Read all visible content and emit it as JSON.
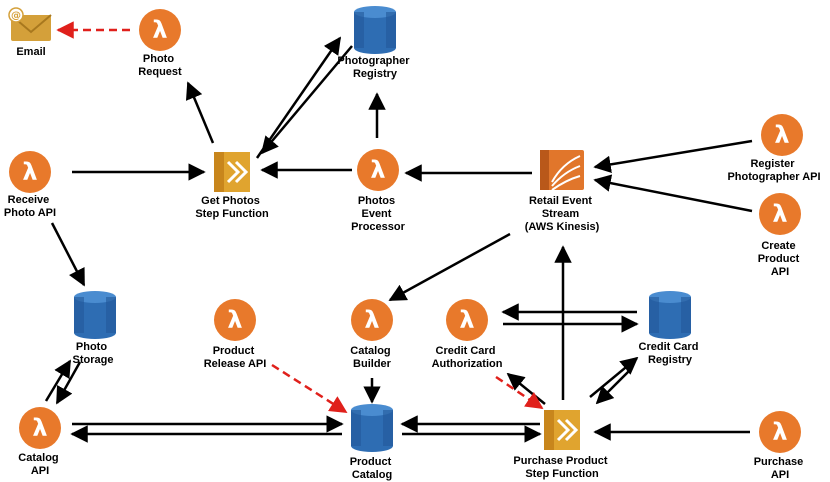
{
  "colors": {
    "lambda": "#e8792b",
    "db": "#2e6db3",
    "kinesis": "#e1762b",
    "stepfn": "#e0a42f",
    "email": "#d4a03a",
    "arrow": "#000000",
    "dashed": "#e0201b"
  },
  "nodes": {
    "email": {
      "icon": "email-icon",
      "label": [
        "Email"
      ]
    },
    "photo_request": {
      "icon": "lambda-icon",
      "label": [
        "Photo",
        "Request"
      ]
    },
    "photographer_registry": {
      "icon": "database-icon",
      "label": [
        "Photographer",
        "Registry"
      ]
    },
    "receive_photo_api": {
      "icon": "lambda-icon",
      "label": [
        "Receive",
        "Photo API"
      ]
    },
    "get_photos_sf": {
      "icon": "step-function-icon",
      "label": [
        "Get Photos",
        "Step Function"
      ]
    },
    "photos_event_processor": {
      "icon": "lambda-icon",
      "label": [
        "Photos",
        "Event",
        "Processor"
      ]
    },
    "retail_event_stream": {
      "icon": "kinesis-icon",
      "label": [
        "Retail Event",
        "Stream",
        "(AWS Kinesis)"
      ]
    },
    "register_photographer_api": {
      "icon": "lambda-icon",
      "label": [
        "Register",
        "Photographer API"
      ]
    },
    "create_product_api": {
      "icon": "lambda-icon",
      "label": [
        "Create",
        "Product",
        "API"
      ]
    },
    "photo_storage": {
      "icon": "database-icon",
      "label": [
        "Photo",
        "Storage"
      ]
    },
    "product_release_api": {
      "icon": "lambda-icon",
      "label": [
        "Product",
        "Release API"
      ]
    },
    "catalog_builder": {
      "icon": "lambda-icon",
      "label": [
        "Catalog",
        "Builder"
      ]
    },
    "credit_card_authorization": {
      "icon": "lambda-icon",
      "label": [
        "Credit Card",
        "Authorization"
      ]
    },
    "credit_card_registry": {
      "icon": "database-icon",
      "label": [
        "Credit Card",
        "Registry"
      ]
    },
    "catalog_api": {
      "icon": "lambda-icon",
      "label": [
        "Catalog",
        "API"
      ]
    },
    "product_catalog": {
      "icon": "database-icon",
      "label": [
        "Product",
        "Catalog"
      ]
    },
    "purchase_product_sf": {
      "icon": "step-function-icon",
      "label": [
        "Purchase Product",
        "Step Function"
      ]
    },
    "purchase_api": {
      "icon": "lambda-icon",
      "label": [
        "Purchase",
        "API"
      ]
    }
  },
  "edges": [
    {
      "from": "photo_request",
      "to": "email",
      "style": "dashed"
    },
    {
      "from": "get_photos_sf",
      "to": "photo_request",
      "style": "solid"
    },
    {
      "from": "get_photos_sf",
      "to": "photographer_registry",
      "style": "solid"
    },
    {
      "from": "photographer_registry",
      "to": "get_photos_sf",
      "style": "solid"
    },
    {
      "from": "photos_event_processor",
      "to": "photographer_registry",
      "style": "solid"
    },
    {
      "from": "receive_photo_api",
      "to": "get_photos_sf",
      "style": "solid"
    },
    {
      "from": "photos_event_processor",
      "to": "get_photos_sf",
      "style": "solid"
    },
    {
      "from": "retail_event_stream",
      "to": "photos_event_processor",
      "style": "solid"
    },
    {
      "from": "register_photographer_api",
      "to": "retail_event_stream",
      "style": "solid"
    },
    {
      "from": "create_product_api",
      "to": "retail_event_stream",
      "style": "solid"
    },
    {
      "from": "receive_photo_api",
      "to": "photo_storage",
      "style": "solid"
    },
    {
      "from": "retail_event_stream",
      "to": "catalog_builder",
      "style": "solid"
    },
    {
      "from": "catalog_builder",
      "to": "product_catalog",
      "style": "solid"
    },
    {
      "from": "product_release_api",
      "to": "product_catalog",
      "style": "dashed"
    },
    {
      "from": "purchase_product_sf",
      "to": "retail_event_stream",
      "style": "solid"
    },
    {
      "from": "purchase_product_sf",
      "to": "credit_card_authorization",
      "style": "solid"
    },
    {
      "from": "credit_card_authorization",
      "to": "purchase_product_sf",
      "style": "dashed"
    },
    {
      "from": "credit_card_registry",
      "to": "credit_card_authorization",
      "style": "solid"
    },
    {
      "from": "credit_card_authorization",
      "to": "credit_card_registry",
      "style": "solid"
    },
    {
      "from": "purchase_product_sf",
      "to": "credit_card_registry",
      "style": "solid"
    },
    {
      "from": "credit_card_registry",
      "to": "purchase_product_sf",
      "style": "solid"
    },
    {
      "from": "photo_storage",
      "to": "catalog_api",
      "style": "solid"
    },
    {
      "from": "catalog_api",
      "to": "photo_storage",
      "style": "solid"
    },
    {
      "from": "catalog_api",
      "to": "product_catalog",
      "style": "solid"
    },
    {
      "from": "product_catalog",
      "to": "catalog_api",
      "style": "solid"
    },
    {
      "from": "purchase_product_sf",
      "to": "product_catalog",
      "style": "solid"
    },
    {
      "from": "product_catalog",
      "to": "purchase_product_sf",
      "style": "solid"
    },
    {
      "from": "purchase_api",
      "to": "purchase_product_sf",
      "style": "solid"
    }
  ]
}
